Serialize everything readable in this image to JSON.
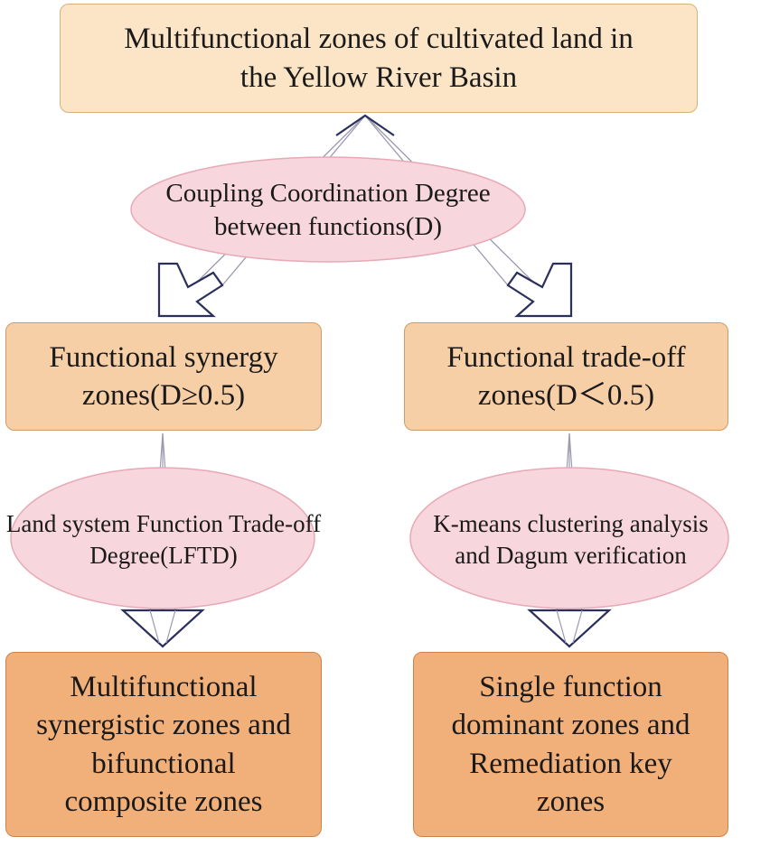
{
  "diagram": {
    "top_box": {
      "line1": "Multifunctional zones of cultivated land in",
      "line2": "the Yellow River Basin"
    },
    "coupling_ellipse": {
      "line1": "Coupling Coordination Degree",
      "line2": "between functions(D)"
    },
    "synergy_box": {
      "line1": "Functional synergy",
      "line2": "zones(D≥0.5)"
    },
    "tradeoff_box": {
      "line1": "Functional trade-off",
      "line2": "zones(D＜0.5)"
    },
    "lftd_ellipse": {
      "line1": "Land system Function",
      "line2": "Trade-off",
      "line3": "Degree(LFTD)"
    },
    "kmeans_ellipse": {
      "line1": "K-means clustering",
      "line2": "analysis and Dagum",
      "line3": "verification"
    },
    "synergistic_box": {
      "line1": "Multifunctional",
      "line2": "synergistic zones and",
      "line3": "bifunctional",
      "line4": "composite zones"
    },
    "single_function_box": {
      "line1": "Single function",
      "line2": "dominant zones and",
      "line3": "Remediation key",
      "line4": "zones"
    },
    "colors": {
      "top_fill": "#fbe5c6",
      "mid_fill": "#f7cfa7",
      "bottom_fill": "#f1b07a",
      "ellipse_fill": "#f8d6dd",
      "arrow_stroke": "#2b2f5c"
    }
  }
}
